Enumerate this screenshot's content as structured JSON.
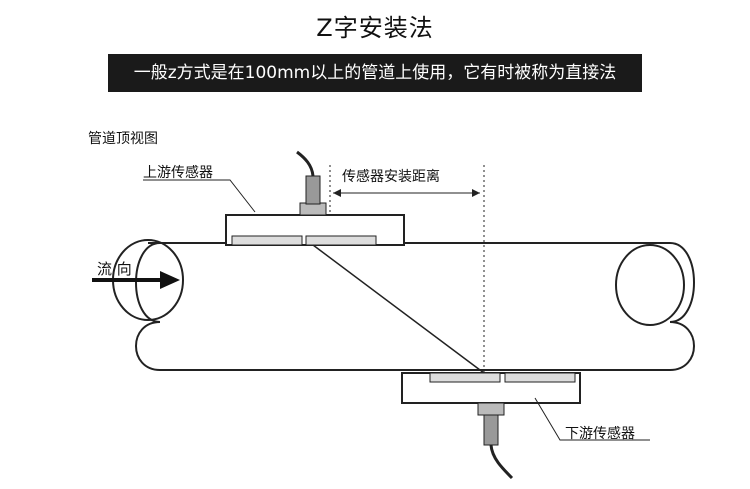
{
  "header": {
    "title": "Z字安装法",
    "subtitle": "一般z方式是在100mm以上的管道上使用，它有时被称为直接法"
  },
  "diagram": {
    "view_label": "管道顶视图",
    "upstream_sensor_label": "上游传感器",
    "distance_label": "传感器安装距离",
    "flow_label": "流 向",
    "downstream_sensor_label": "下游传感器"
  }
}
